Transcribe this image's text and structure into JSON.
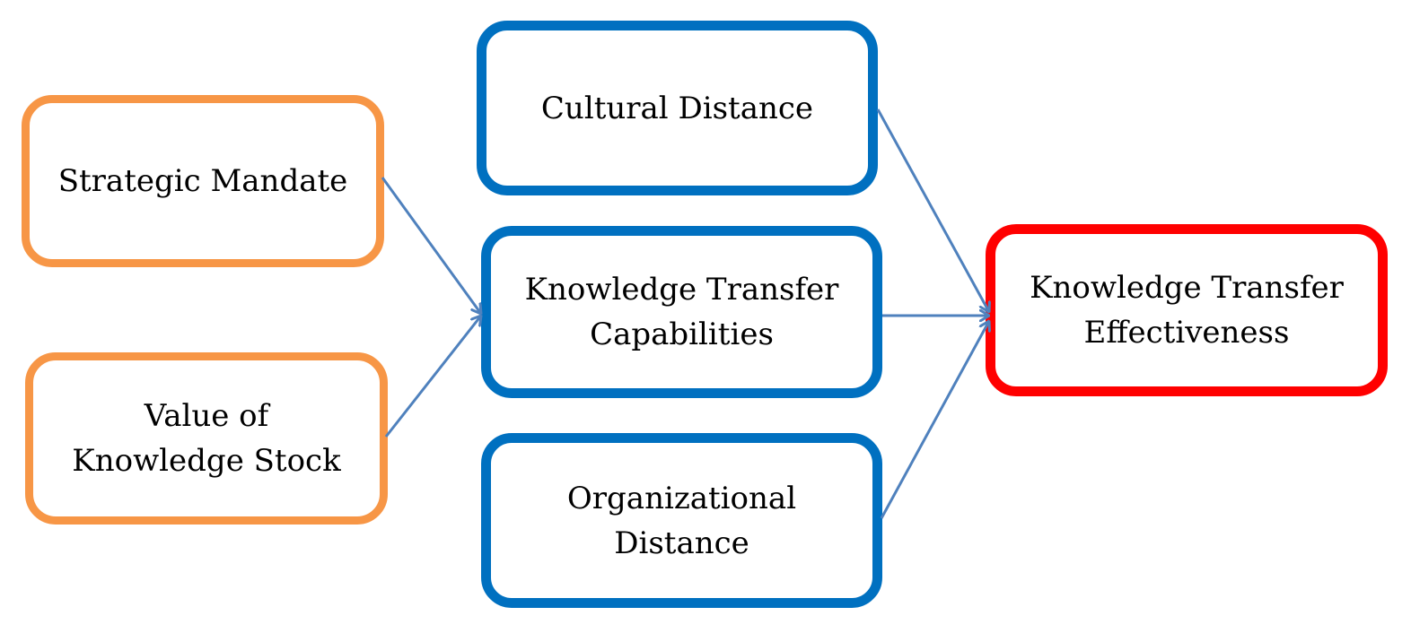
{
  "colors": {
    "input": "#F79646",
    "mediator": "#0070C0",
    "outcome": "#FF0000",
    "arrow": "#4F81BD",
    "text": "#000000"
  },
  "nodes": {
    "strategic_mandate": "Strategic Mandate",
    "value_of_knowledge_stock": "Value of\nKnowledge Stock",
    "cultural_distance": "Cultural Distance",
    "knowledge_transfer_capabilities": "Knowledge Transfer\nCapabilities",
    "organizational_distance": "Organizational\nDistance",
    "knowledge_transfer_effectiveness": "Knowledge Transfer\nEffectiveness"
  },
  "edges": [
    {
      "from": "strategic_mandate",
      "to": "knowledge_transfer_capabilities"
    },
    {
      "from": "value_of_knowledge_stock",
      "to": "knowledge_transfer_capabilities"
    },
    {
      "from": "cultural_distance",
      "to": "knowledge_transfer_effectiveness"
    },
    {
      "from": "knowledge_transfer_capabilities",
      "to": "knowledge_transfer_effectiveness"
    },
    {
      "from": "organizational_distance",
      "to": "knowledge_transfer_effectiveness"
    }
  ]
}
